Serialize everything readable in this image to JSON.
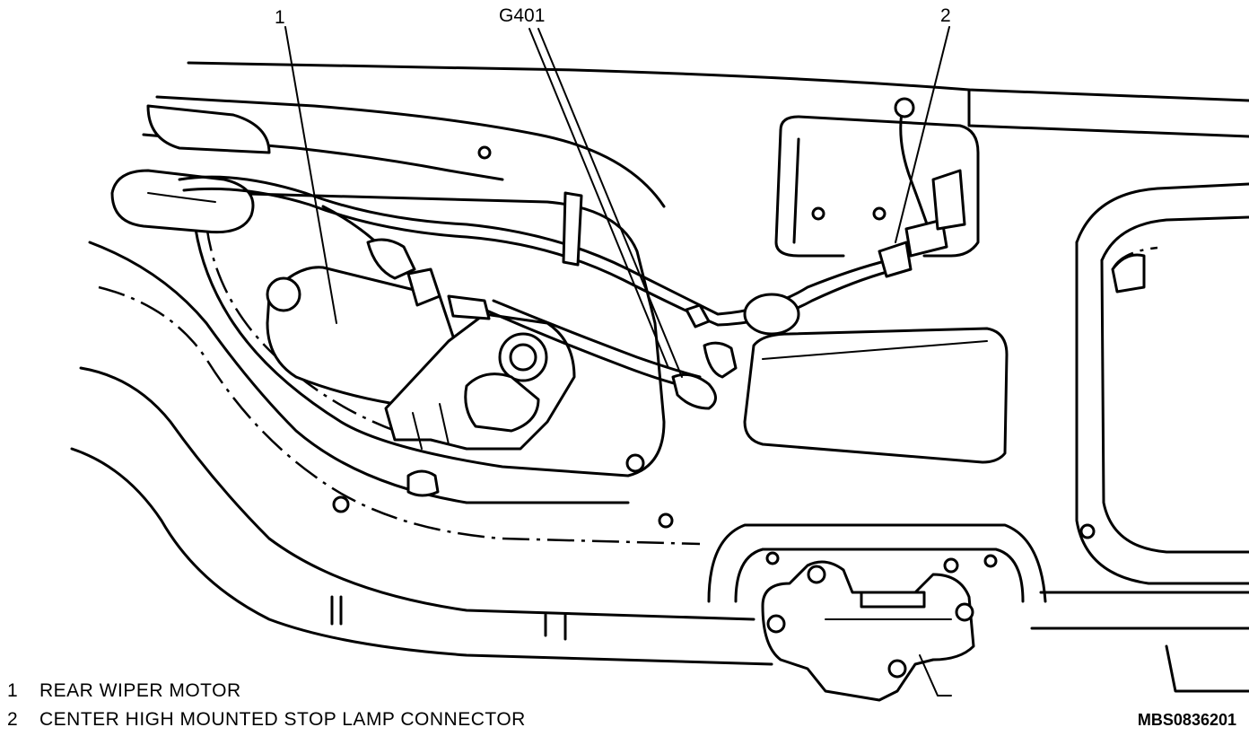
{
  "callouts": {
    "c1": "1",
    "c2": "2",
    "ground": "G401"
  },
  "legend": [
    {
      "num": "1",
      "text": "REAR WIPER MOTOR"
    },
    {
      "num": "2",
      "text": "CENTER HIGH MOUNTED STOP LAMP CONNECTOR"
    }
  ],
  "reference_code": "MBS0836201"
}
